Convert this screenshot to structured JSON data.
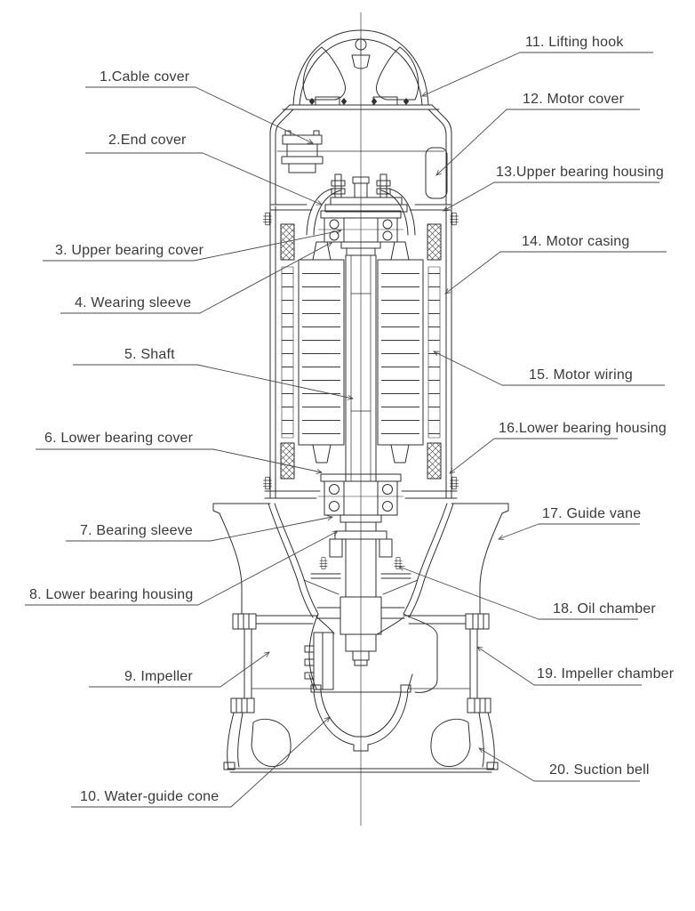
{
  "figure": {
    "type": "technical-cross-section",
    "subject": "Submersible pump sectional drawing with numbered part callouts",
    "background_color": "#ffffff",
    "line_color": "#2f2f2f",
    "label_color": "#3a3a3a",
    "part_count": "20"
  },
  "labels": [
    {
      "number": "1",
      "part": "Cable cover",
      "text": "1.Cable cover",
      "side": "left"
    },
    {
      "number": "2",
      "part": "End cover",
      "text": "2.End cover",
      "side": "left"
    },
    {
      "number": "3",
      "part": "Upper bearing cover",
      "text": "3. Upper bearing cover",
      "side": "left"
    },
    {
      "number": "4",
      "part": "Wearing sleeve",
      "text": "4. Wearing sleeve",
      "side": "left"
    },
    {
      "number": "5",
      "part": "Shaft",
      "text": "5. Shaft",
      "side": "left"
    },
    {
      "number": "6",
      "part": "Lower bearing cover",
      "text": "6. Lower bearing cover",
      "side": "left"
    },
    {
      "number": "7",
      "part": "Bearing sleeve",
      "text": "7. Bearing sleeve",
      "side": "left"
    },
    {
      "number": "8",
      "part": "Lower bearing housing",
      "text": "8. Lower bearing housing",
      "side": "left"
    },
    {
      "number": "9",
      "part": "Impeller",
      "text": "9. Impeller",
      "side": "left"
    },
    {
      "number": "10",
      "part": "Water-guide cone",
      "text": "10. Water-guide cone",
      "side": "left"
    },
    {
      "number": "11",
      "part": "Lifting hook",
      "text": "11. Lifting hook",
      "side": "right"
    },
    {
      "number": "12",
      "part": "Motor cover",
      "text": "12. Motor cover",
      "side": "right"
    },
    {
      "number": "13",
      "part": "Upper bearing housing",
      "text": "13.Upper bearing housing",
      "side": "right"
    },
    {
      "number": "14",
      "part": "Motor casing",
      "text": "14. Motor casing",
      "side": "right"
    },
    {
      "number": "15",
      "part": "Motor wiring",
      "text": "15. Motor wiring",
      "side": "right"
    },
    {
      "number": "16",
      "part": "Lower bearing housing",
      "text": "16.Lower bearing housing",
      "side": "right"
    },
    {
      "number": "17",
      "part": "Guide vane",
      "text": "17. Guide vane",
      "side": "right"
    },
    {
      "number": "18",
      "part": "Oil chamber",
      "text": "18. Oil chamber",
      "side": "right"
    },
    {
      "number": "19",
      "part": "Impeller chamber",
      "text": "19. Impeller chamber",
      "side": "right"
    },
    {
      "number": "20",
      "part": "Suction bell",
      "text": "20. Suction bell",
      "side": "right"
    }
  ]
}
